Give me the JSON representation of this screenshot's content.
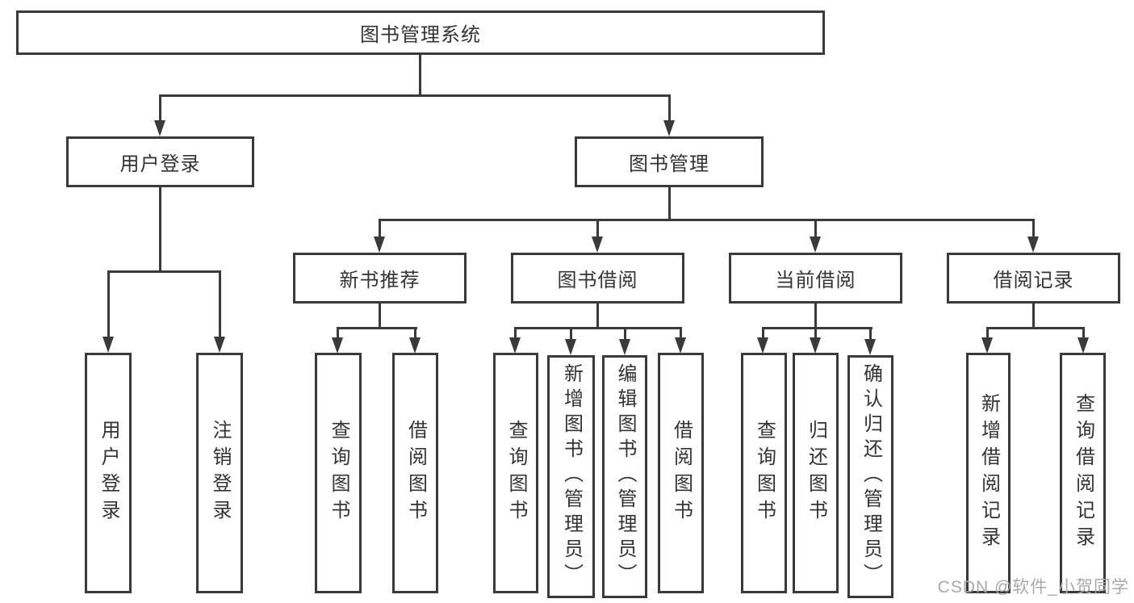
{
  "diagram_type": "hierarchy-tree",
  "nodes": {
    "root": "图书管理系统",
    "level2": [
      "用户登录",
      "图书管理"
    ],
    "level3": [
      "新书推荐",
      "图书借阅",
      "当前借阅",
      "借阅记录"
    ],
    "leaves_login": [
      "用户登录",
      "注销登录"
    ],
    "leaves_recommend": [
      "查询图书",
      "借阅图书"
    ],
    "leaves_borrow": [
      "查询图书",
      "新增图书（管理员）",
      "编辑图书（管理员）",
      "借阅图书"
    ],
    "leaves_current": [
      "查询图书",
      "归还图书",
      "确认归还（管理员）"
    ],
    "leaves_records": [
      "新增借阅记录",
      "查询借阅记录"
    ]
  },
  "hierarchy": {
    "图书管理系统": {
      "用户登录": [
        "用户登录",
        "注销登录"
      ],
      "图书管理": {
        "新书推荐": [
          "查询图书",
          "借阅图书"
        ],
        "图书借阅": [
          "查询图书",
          "新增图书（管理员）",
          "编辑图书（管理员）",
          "借阅图书"
        ],
        "当前借阅": [
          "查询图书",
          "归还图书",
          "确认归还（管理员）"
        ],
        "借阅记录": [
          "新增借阅记录",
          "查询借阅记录"
        ]
      }
    }
  },
  "watermark": "CSDN @软件_小贺同学",
  "colors": {
    "line": "#3a3a3a",
    "text": "#333333",
    "watermark": "#a9a9a9",
    "background": "#ffffff"
  }
}
